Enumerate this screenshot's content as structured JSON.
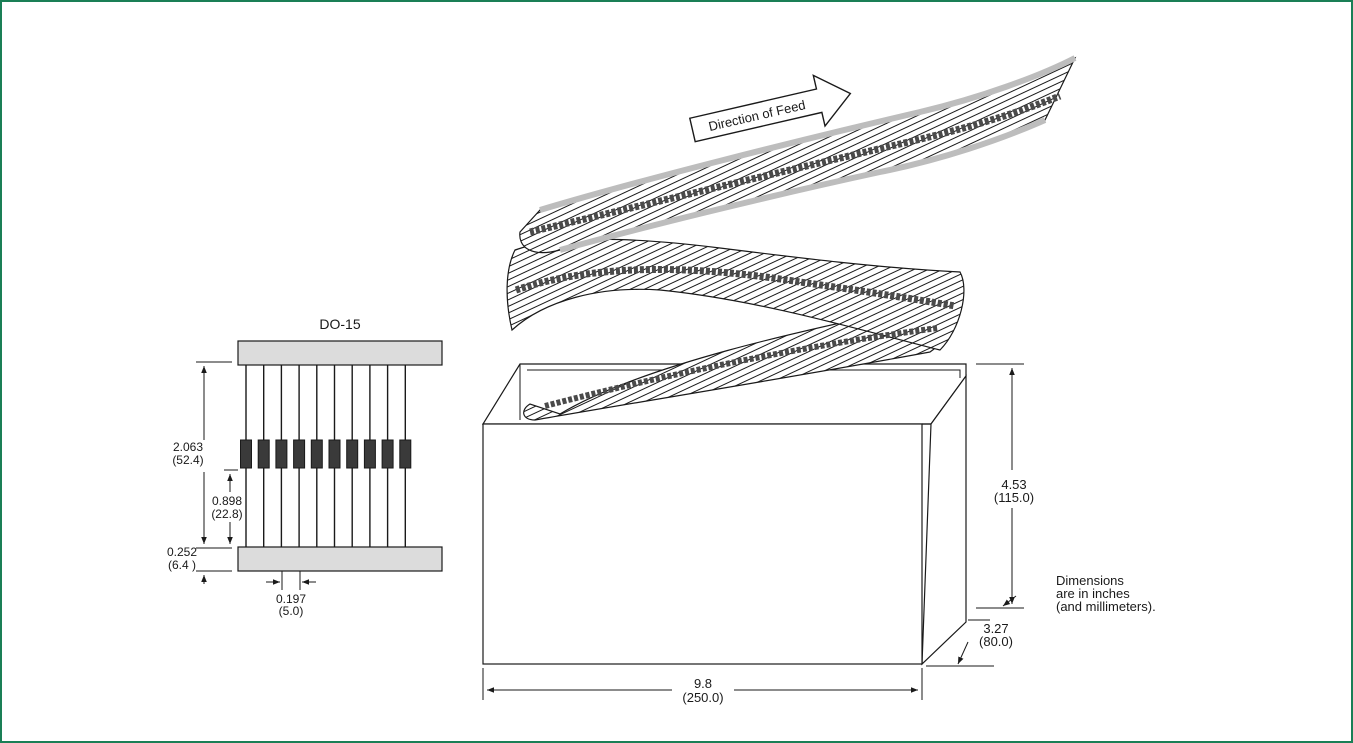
{
  "colors": {
    "frame": "#1a7f56",
    "line": "#1a1a1a",
    "tape": "#dcdcdc",
    "body": "#3a3a3a",
    "band": "#555555"
  },
  "diagram": {
    "package_label": "DO-15",
    "direction_label": "Direction of Feed",
    "dimensions": {
      "lead_span": {
        "in": "2.063",
        "mm": "(52.4)"
      },
      "body_to_tape": {
        "in": "0.898",
        "mm": "(22.8)"
      },
      "tape_width": {
        "in": "0.252",
        "mm": "(6.4 )"
      },
      "pitch": {
        "in": "0.197",
        "mm": "(5.0)"
      },
      "box_height": {
        "in": "4.53",
        "mm": "(115.0)"
      },
      "box_depth": {
        "in": "3.27",
        "mm": "(80.0)"
      },
      "box_width": {
        "in": "9.8",
        "mm": "(250.0)"
      }
    },
    "note_lines": [
      "Dimensions",
      "are in inches",
      "(and millimeters)."
    ]
  }
}
